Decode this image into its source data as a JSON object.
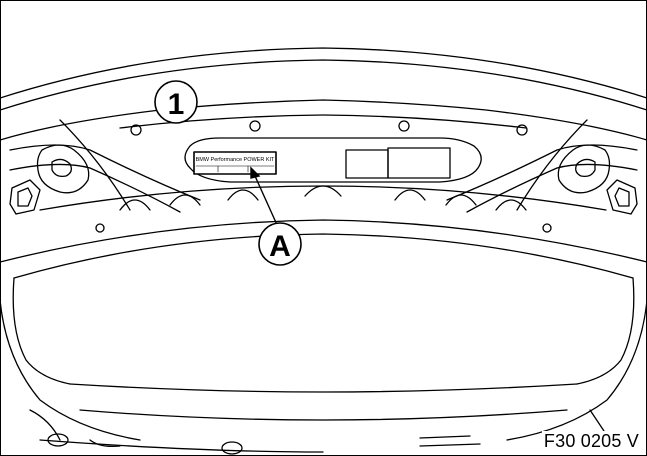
{
  "figure": {
    "code": "F30 0205 V",
    "callouts": {
      "part_1": "1",
      "part_a": "A"
    },
    "sticker": {
      "line1": "BMW Performance POWER KIT"
    }
  },
  "colors": {
    "line": "#000000",
    "background": "#ffffff"
  }
}
